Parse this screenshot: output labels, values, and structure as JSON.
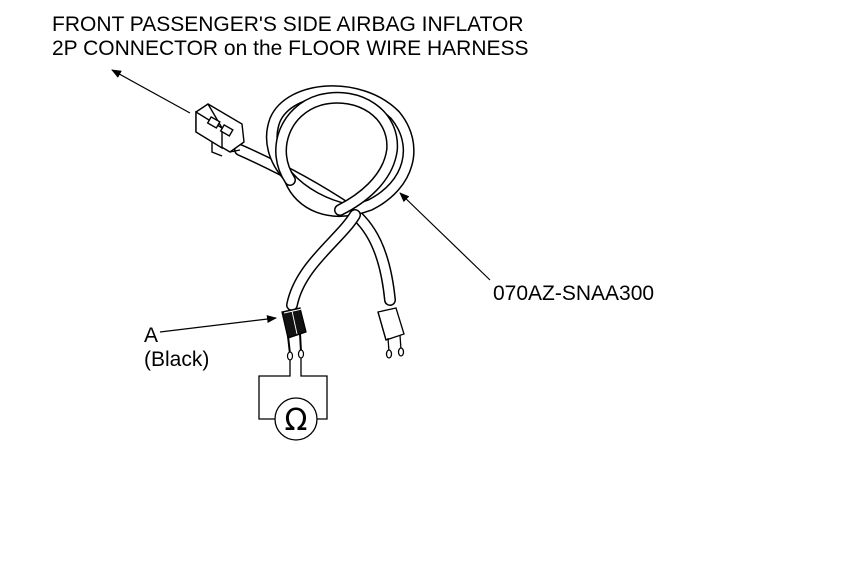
{
  "title": {
    "line1": "FRONT PASSENGER'S SIDE AIRBAG INFLATOR",
    "line2": "2P CONNECTOR on the FLOOR WIRE HARNESS"
  },
  "part_number": "070AZ-SNAA300",
  "callout_a": {
    "letter": "A",
    "color": "(Black)"
  },
  "meter_symbol": "Ω"
}
